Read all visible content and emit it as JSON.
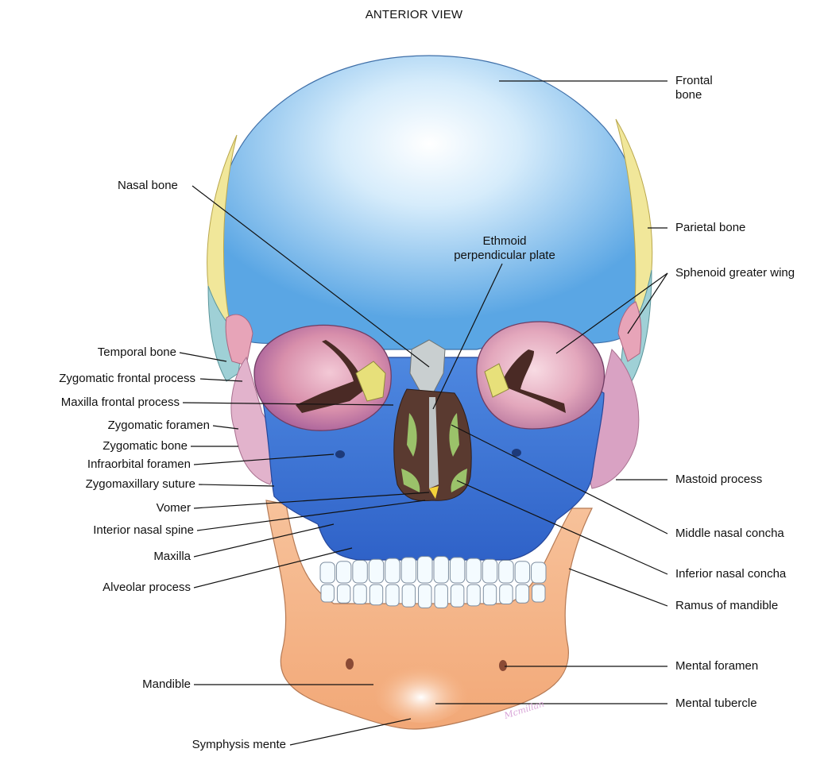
{
  "title": "ANTERIOR VIEW",
  "signature": "Mcmillan",
  "colors": {
    "frontal": "#6fb3e8",
    "frontal_highlight": "#ffffff",
    "parietal": "#f1e79a",
    "temporal": "#9fd0d6",
    "sphenoid": "#e7a4b8",
    "zygomatic": "#e2b3cc",
    "maxilla": "#3f79db",
    "mandible": "#f6b98d",
    "teeth": "#f4fbff",
    "nasal_bone": "#c9cfd0",
    "orbit_inner": "#d68aa6",
    "ethmoid": "#e7e07a",
    "concha": "#9bc26a",
    "leader_line": "#111111"
  },
  "labels": {
    "frontal_bone": [
      "Frontal",
      "bone"
    ],
    "nasal_bone": "Nasal bone",
    "parietal_bone": "Parietal bone",
    "ethmoid_plate": [
      "Ethmoid",
      "perpendicular plate"
    ],
    "sphenoid_greater_wing": "Sphenoid greater wing",
    "temporal_bone": "Temporal bone",
    "zygomatic_frontal_process": "Zygomatic frontal process",
    "maxilla_frontal_process": "Maxilla frontal process",
    "zygomatic_foramen": "Zygomatic foramen",
    "zygomatic_bone": "Zygomatic bone",
    "infraorbital_foramen": "Infraorbital foramen",
    "zygomaxillary_suture": "Zygomaxillary suture",
    "vomer": "Vomer",
    "interior_nasal_spine": "Interior nasal spine",
    "maxilla": "Maxilla",
    "alveolar_process": "Alveolar process",
    "mandible": "Mandible",
    "symphysis_mente": "Symphysis mente",
    "mastoid_process": "Mastoid process",
    "middle_nasal_concha": "Middle nasal concha",
    "inferior_nasal_concha": "Inferior nasal concha",
    "ramus_of_mandible": "Ramus of mandible",
    "mental_foramen": "Mental foramen",
    "mental_tubercle": "Mental tubercle"
  }
}
